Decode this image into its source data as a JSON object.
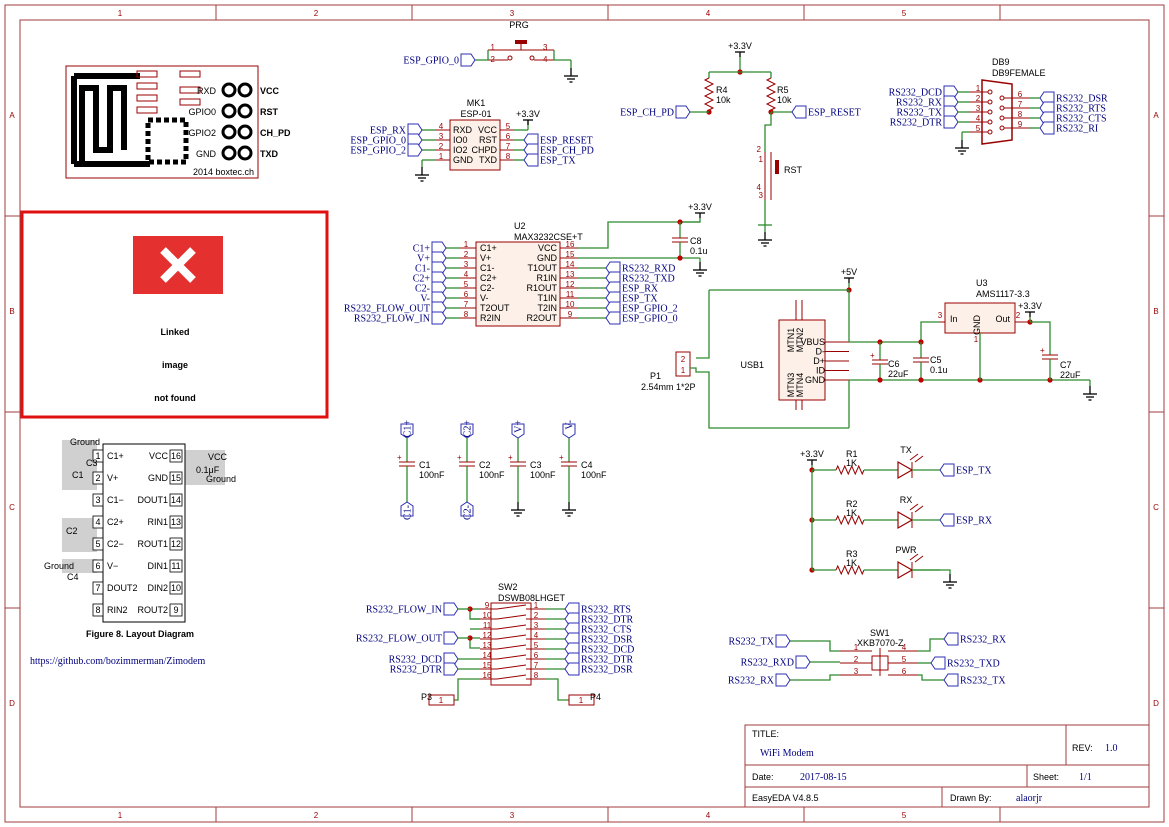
{
  "frame": {
    "cols": [
      "1",
      "2",
      "3",
      "4",
      "5"
    ],
    "rows": [
      "A",
      "B",
      "C",
      "D"
    ]
  },
  "title_block": {
    "title_label": "TITLE:",
    "title": "WiFi Modem",
    "rev_label": "REV:",
    "rev": "1.0",
    "date_label": "Date:",
    "date": "2017-08-15",
    "sheet_label": "Sheet:",
    "sheet": "1/1",
    "tool": "EasyEDA V4.8.5",
    "drawn_label": "Drawn By:",
    "drawn": "alaorjr"
  },
  "github_url": "https://github.com/bozimmerman/Zimodem",
  "linked_image": {
    "line1": "Linked",
    "line2": "image",
    "line3": "not found"
  },
  "esp_image": {
    "labels_left": [
      "RXD",
      "GPIO0",
      "GPIO2",
      "GND"
    ],
    "labels_right": [
      "VCC",
      "RST",
      "CH_PD",
      "TXD"
    ],
    "credit": "2014 boxtec.ch",
    "colors": {
      "RXD": "#2aa02a",
      "GPIO0": "#808080",
      "GPIO2": "#808080",
      "GND": "#000000",
      "VCC": "#cc0000",
      "RST": "#000080",
      "CH_PD": "#000080",
      "TXD": "#cc8800"
    }
  },
  "layout_diagram": {
    "caption": "Figure 8.  Layout Diagram",
    "left_pins": [
      [
        "1",
        "C1+"
      ],
      [
        "2",
        "V+"
      ],
      [
        "3",
        "C1−"
      ],
      [
        "4",
        "C2+"
      ],
      [
        "5",
        "C2−"
      ],
      [
        "6",
        "V−"
      ],
      [
        "7",
        "DOUT2"
      ],
      [
        "8",
        "RIN2"
      ]
    ],
    "right_pins": [
      [
        "16",
        "VCC"
      ],
      [
        "15",
        "GND"
      ],
      [
        "14",
        "DOUT1"
      ],
      [
        "13",
        "RIN1"
      ],
      [
        "12",
        "ROUT1"
      ],
      [
        "11",
        "DIN1"
      ],
      [
        "10",
        "DIN2"
      ],
      [
        "9",
        "ROUT2"
      ]
    ],
    "notes": {
      "ground_top": "Ground",
      "c3": "C3",
      "c1": "C1",
      "c2": "C2",
      "vcc": "VCC",
      "cap": "0.1μF",
      "ground_right": "Ground",
      "ground_v": "Ground",
      "c4": "C4"
    }
  },
  "prg": {
    "name": "PRG",
    "net": "ESP_GPIO_0",
    "pins": [
      "1",
      "2",
      "3",
      "4"
    ]
  },
  "mk1": {
    "ref": "MK1",
    "value": "ESP-01",
    "left_pins": [
      [
        "4",
        "RXD",
        "ESP_RX"
      ],
      [
        "3",
        "IO0",
        "ESP_GPIO_0"
      ],
      [
        "2",
        "IO2",
        "ESP_GPIO_2"
      ],
      [
        "1",
        "GND",
        ""
      ]
    ],
    "right_pins": [
      [
        "5",
        "VCC",
        ""
      ],
      [
        "6",
        "RST",
        "ESP_RESET"
      ],
      [
        "7",
        "CHPD",
        "ESP_CH_PD"
      ],
      [
        "8",
        "TXD",
        "ESP_TX"
      ]
    ],
    "supply": "+3.3V"
  },
  "reset": {
    "supply": "+3.3V",
    "r4": "R4",
    "r4v": "10k",
    "r5": "R5",
    "r5v": "10k",
    "ch_pd": "ESP_CH_PD",
    "reset_net": "ESP_RESET",
    "sw": "RST",
    "pins": [
      "1",
      "2",
      "3",
      "4"
    ]
  },
  "db9": {
    "ref": "DB9",
    "value": "DB9FEMALE",
    "left_nets": [
      "RS232_DCD",
      "RS232_RX",
      "RS232_TX",
      "RS232_DTR"
    ],
    "left_pins": [
      "1",
      "2",
      "3",
      "4",
      "5"
    ],
    "right_nets": [
      "RS232_DSR",
      "RS232_RTS",
      "RS232_CTS",
      "RS232_RI"
    ],
    "right_pins": [
      "6",
      "7",
      "8",
      "9"
    ]
  },
  "u2": {
    "ref": "U2",
    "value": "MAX3232CSE+T",
    "left": [
      [
        "C1+",
        "1",
        "C1+"
      ],
      [
        "V+",
        "2",
        "V+"
      ],
      [
        "C1-",
        "3",
        "C1-"
      ],
      [
        "C2+",
        "4",
        "C2+"
      ],
      [
        "C2-",
        "5",
        "C2-"
      ],
      [
        "V-",
        "6",
        "V-"
      ],
      [
        "RS232_FLOW_OUT",
        "7",
        "T2OUT"
      ],
      [
        "RS232_FLOW_IN",
        "8",
        "R2IN"
      ]
    ],
    "right": [
      [
        "VCC",
        "16",
        ""
      ],
      [
        "GND",
        "15",
        ""
      ],
      [
        "T1OUT",
        "14",
        "RS232_RXD"
      ],
      [
        "R1IN",
        "13",
        "RS232_TXD"
      ],
      [
        "R1OUT",
        "12",
        "ESP_RX"
      ],
      [
        "T1IN",
        "11",
        "ESP_TX"
      ],
      [
        "T2IN",
        "10",
        "ESP_GPIO_2"
      ],
      [
        "R2OUT",
        "9",
        "ESP_GPIO_0"
      ]
    ],
    "supply": "+3.3V",
    "c8": "C8",
    "c8v": "0.1u"
  },
  "caps": [
    {
      "ref": "C1",
      "value": "100nF",
      "top": "C1+",
      "bot": "C1-"
    },
    {
      "ref": "C2",
      "value": "100nF",
      "top": "C2+",
      "bot": "C2-"
    },
    {
      "ref": "C3",
      "value": "100nF",
      "top": "V+",
      "bot": ""
    },
    {
      "ref": "C4",
      "value": "100nF",
      "top": "V-",
      "bot": ""
    }
  ],
  "power": {
    "supply5": "+5V",
    "usb": "USB1",
    "usb_pins_l": [
      "MTN1",
      "MTN2",
      "MTN3",
      "MTN4"
    ],
    "usb_pins_r": [
      "VBUS",
      "D-",
      "D+",
      "ID",
      "GND"
    ],
    "p1": "P1",
    "p1v": "2.54mm 1*2P",
    "p1pins": [
      "2",
      "1"
    ],
    "c6": "C6",
    "c6v": "22uF",
    "c5": "C5",
    "c5v": "0.1u",
    "u3": "U3",
    "u3v": "AMS1117-3.3",
    "u3in": "In",
    "u3gnd": "GND",
    "u3out": "Out",
    "u3pins": [
      "3",
      "1",
      "2"
    ],
    "supply33": "+3.3V",
    "c7": "C7",
    "c7v": "22uF"
  },
  "leds": {
    "supply": "+3.3V",
    "rows": [
      {
        "r": "R1",
        "rv": "1K",
        "led": "TX",
        "net": "ESP_TX"
      },
      {
        "r": "R2",
        "rv": "1K",
        "led": "RX",
        "net": "ESP_RX"
      },
      {
        "r": "R3",
        "rv": "1K",
        "led": "PWR",
        "net": ""
      }
    ]
  },
  "sw2": {
    "ref": "SW2",
    "value": "DSWB08LHGET",
    "left_pins": [
      "9",
      "10",
      "11",
      "12",
      "13",
      "14",
      "15",
      "16"
    ],
    "right_pins": [
      "1",
      "2",
      "3",
      "4",
      "5",
      "6",
      "7",
      "8"
    ],
    "left_nets": [
      "RS232_FLOW_IN",
      "RS232_FLOW_OUT",
      "RS232_DCD",
      "RS232_DTR"
    ],
    "right_nets": [
      "RS232_RTS",
      "RS232_DTR",
      "RS232_CTS",
      "RS232_DSR",
      "RS232_DCD",
      "RS232_DTR",
      "RS232_DSR"
    ],
    "p3": "P3",
    "p4": "P4",
    "ppin": "1"
  },
  "sw1": {
    "ref": "SW1",
    "value": "XKB7070-Z",
    "left_nets": [
      "RS232_TX",
      "RS232_RXD",
      "RS232_RX"
    ],
    "right_nets": [
      "RS232_RX",
      "RS232_TXD",
      "RS232_TX"
    ],
    "left_pins": [
      "1",
      "2",
      "3"
    ],
    "right_pins": [
      "4",
      "5",
      "6"
    ]
  }
}
